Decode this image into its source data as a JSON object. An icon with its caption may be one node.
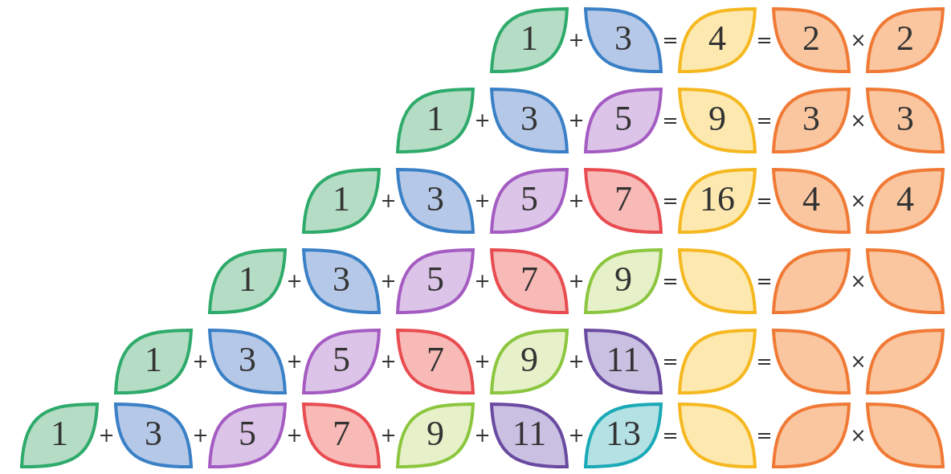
{
  "diagram": {
    "nodes": [
      {
        "text": [
          "1"
        ]
      },
      {
        "text": [
          "3"
        ]
      },
      {
        "text": [
          "4"
        ]
      },
      {
        "text": [
          "2"
        ]
      },
      {
        "text": [
          "2"
        ]
      },
      {
        "text": [
          "1"
        ]
      },
      {
        "text": [
          "3"
        ]
      },
      {
        "text": [
          "5"
        ]
      },
      {
        "text": [
          "9"
        ]
      },
      {
        "text": [
          "3"
        ]
      },
      {
        "text": [
          "3"
        ]
      },
      {
        "text": [
          "1"
        ]
      },
      {
        "text": [
          "3"
        ]
      },
      {
        "text": [
          "5"
        ]
      },
      {
        "text": [
          "7"
        ]
      },
      {
        "text": [
          "16"
        ]
      },
      {
        "text": [
          "4"
        ]
      },
      {
        "text": [
          "4"
        ]
      },
      {
        "text": [
          "1"
        ]
      },
      {
        "text": [
          "3"
        ]
      },
      {
        "text": [
          "5"
        ]
      },
      {
        "text": [
          "7"
        ]
      },
      {
        "text": [
          "9"
        ]
      },
      {
        "text": [],
        "shape": "leaf"
      },
      {
        "text": [],
        "shape": "leaf"
      },
      {
        "text": [],
        "shape": "leaf"
      },
      {
        "text": [
          "1"
        ]
      },
      {
        "text": [
          "3"
        ]
      },
      {
        "text": [
          "5"
        ]
      },
      {
        "text": [
          "7"
        ]
      },
      {
        "text": [
          "9"
        ]
      },
      {
        "text": [
          "11"
        ]
      },
      {
        "text": [],
        "shape": "leaf"
      },
      {
        "text": [],
        "shape": "leaf"
      },
      {
        "text": [],
        "shape": "leaf"
      },
      {
        "text": [
          "1"
        ]
      },
      {
        "text": [
          "3"
        ]
      },
      {
        "text": [
          "5"
        ]
      },
      {
        "text": [
          "7"
        ]
      },
      {
        "text": [
          "9"
        ]
      },
      {
        "text": [
          "11"
        ]
      },
      {
        "text": [
          "13"
        ]
      },
      {
        "text": [],
        "shape": "leaf"
      },
      {
        "text": [],
        "shape": "leaf"
      },
      {
        "text": [],
        "shape": "leaf"
      }
    ],
    "labels": [
      "+",
      "=",
      "=",
      "×",
      "+",
      "+",
      "=",
      "=",
      "×",
      "+",
      "+",
      "+",
      "=",
      "=",
      "×",
      "+",
      "+",
      "+",
      "+",
      "=",
      "=",
      "×",
      "+",
      "+",
      "+",
      "+",
      "+",
      "=",
      "=",
      "×",
      "+",
      "+",
      "+",
      "+",
      "+",
      "+",
      "=",
      "=",
      "×"
    ]
  }
}
